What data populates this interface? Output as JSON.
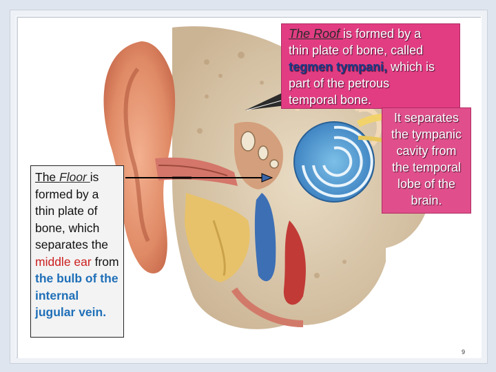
{
  "roof_callout": {
    "term": "The Roof ",
    "line1_rest": "is formed by a",
    "line2": "thin plate of bone, called",
    "term2": "tegmen tympani,",
    "line3_rest": " which is",
    "line4": "part of the petrous",
    "line5": "temporal  bone."
  },
  "roof_continued": {
    "text": "It separates the tympanic cavity from the temporal lobe of the brain."
  },
  "floor_callout": {
    "term_prefix": "The ",
    "term": "Floor ",
    "text1": "is formed by a thin plate of bone, which separates the",
    "middle_ear": "middle ear",
    "from": "from",
    "the": "the",
    "bulb": "bulb of the internal jugular vein."
  },
  "page": {
    "number": "9"
  },
  "colors": {
    "callout_bg": "#e23d83",
    "floor_bg": "#f3f3f3",
    "blue": "#1f6fb8",
    "red": "#cc1e1e"
  }
}
